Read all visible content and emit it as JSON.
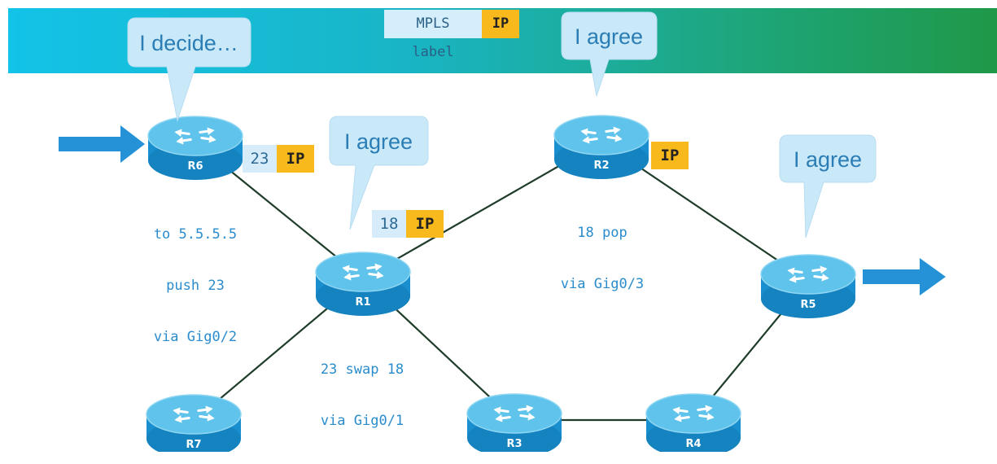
{
  "legend": {
    "mpls_label": "MPLS label",
    "ip": "IP"
  },
  "routers": [
    {
      "id": "R6",
      "name": "R6"
    },
    {
      "id": "R1",
      "name": "R1"
    },
    {
      "id": "R2",
      "name": "R2"
    },
    {
      "id": "R5",
      "name": "R5"
    },
    {
      "id": "R7",
      "name": "R7"
    },
    {
      "id": "R3",
      "name": "R3"
    },
    {
      "id": "R4",
      "name": "R4"
    }
  ],
  "links": [
    [
      "R6",
      "R1"
    ],
    [
      "R1",
      "R2"
    ],
    [
      "R2",
      "R5"
    ],
    [
      "R1",
      "R7"
    ],
    [
      "R1",
      "R3"
    ],
    [
      "R3",
      "R4"
    ],
    [
      "R4",
      "R5"
    ]
  ],
  "bubbles": {
    "r6": "I decide…",
    "r1": "I agree",
    "r2": "I agree",
    "r5": "I agree"
  },
  "packets": {
    "r6": {
      "label": "23",
      "ip": "IP"
    },
    "r1": {
      "label": "18",
      "ip": "IP"
    },
    "r2": {
      "ip": "IP"
    }
  },
  "tables": {
    "r6": {
      "line1": "to 5.5.5.5",
      "line2": "push 23",
      "line3": "via Gig0/2"
    },
    "r1": {
      "line1": "23 swap 18",
      "line2": "via Gig0/1"
    },
    "r2": {
      "line1": "18 pop",
      "line2": "via Gig0/3"
    }
  },
  "icons": {
    "ingress": "arrow-right-icon",
    "egress": "arrow-right-icon",
    "router": "router-icon"
  },
  "colors": {
    "router_top": "#5fc3ec",
    "router_body": "#1a8fcf",
    "router_side": "#0f6ea3",
    "link": "#1f3d2a",
    "arrow": "#2592d8",
    "bubble": "#c9e8f8",
    "label_bg": "#d6ecfa",
    "ip_bg": "#f8b91c"
  }
}
